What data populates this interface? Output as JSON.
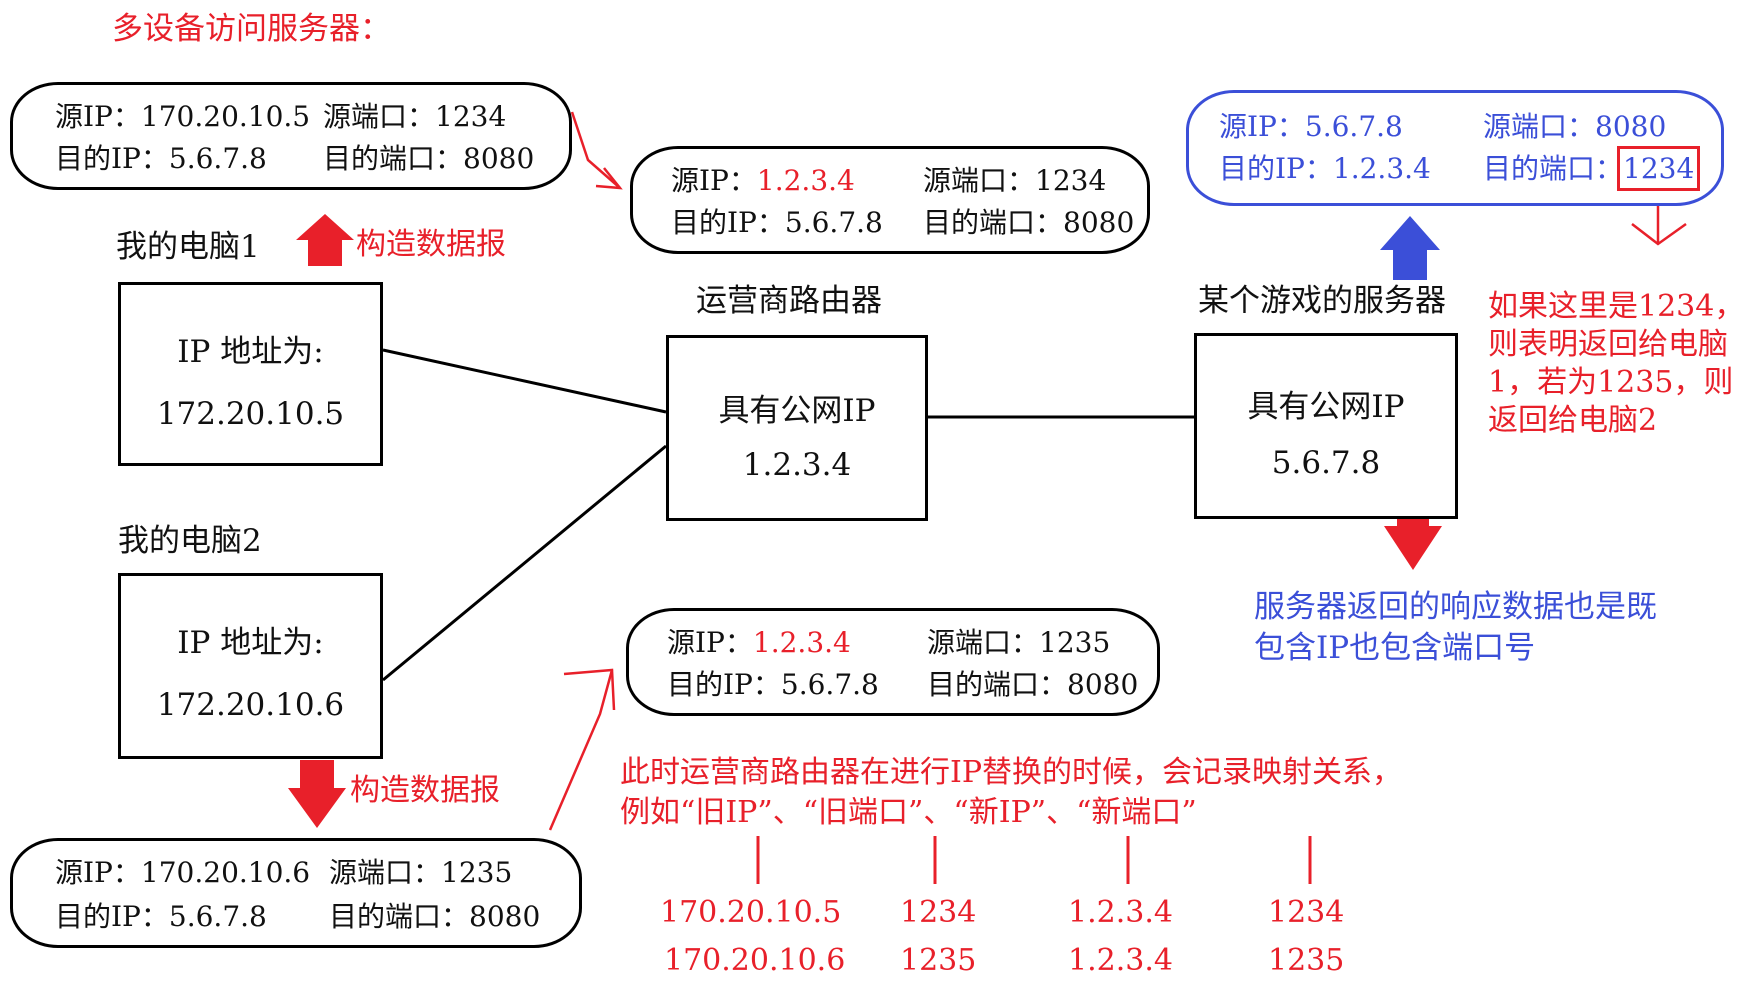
{
  "title": "多设备访问服务器：",
  "colors": {
    "red": "#e8202a",
    "blue": "#3b4fd8",
    "black": "#000000"
  },
  "pc1": {
    "caption": "我的电脑1",
    "ip_label": "IP 地址为:",
    "ip": "172.20.10.5",
    "action": "构造数据报",
    "packet": {
      "src_ip_label": "源IP：",
      "src_ip": "170.20.10.5",
      "src_port_label": "源端口：",
      "src_port": "1234",
      "dst_ip_label": "目的IP：",
      "dst_ip": "5.6.7.8",
      "dst_port_label": "目的端口：",
      "dst_port": "8080"
    }
  },
  "pc2": {
    "caption": "我的电脑2",
    "ip_label": "IP 地址为:",
    "ip": "172.20.10.6",
    "action": "构造数据报",
    "packet": {
      "src_ip_label": "源IP：",
      "src_ip": "170.20.10.6",
      "src_port_label": "源端口：",
      "src_port": "1235",
      "dst_ip_label": "目的IP：",
      "dst_ip": "5.6.7.8",
      "dst_port_label": "目的端口：",
      "dst_port": "8080"
    }
  },
  "router": {
    "caption": "运营商路由器",
    "line1": "具有公网IP",
    "line2": "1.2.3.4",
    "packet1": {
      "src_ip_label": "源IP：",
      "src_ip": "1.2.3.4",
      "src_port_label": "源端口：",
      "src_port": "1234",
      "dst_ip_label": "目的IP：",
      "dst_ip": "5.6.7.8",
      "dst_port_label": "目的端口：",
      "dst_port": "8080"
    },
    "packet2": {
      "src_ip_label": "源IP：",
      "src_ip": "1.2.3.4",
      "src_port_label": "源端口：",
      "src_port": "1235",
      "dst_ip_label": "目的IP：",
      "dst_ip": "5.6.7.8",
      "dst_port_label": "目的端口：",
      "dst_port": "8080"
    }
  },
  "server": {
    "caption": "某个游戏的服务器",
    "line1": "具有公网IP",
    "line2": "5.6.7.8",
    "response": {
      "src_ip_label": "源IP：",
      "src_ip": "5.6.7.8",
      "src_port_label": "源端口：",
      "src_port": "8080",
      "dst_ip_label": "目的IP：",
      "dst_ip": "1.2.3.4",
      "dst_port_label": "目的端口：",
      "dst_port": "1234"
    },
    "note_lines": [
      "如果这里是1234，",
      "则表明返回给电脑",
      "1，若为1235，则",
      "返回给电脑2"
    ],
    "response_note_lines": [
      "服务器返回的响应数据也是既",
      "包含IP也包含端口号"
    ]
  },
  "mapping": {
    "note_lines": [
      "此时运营商路由器在进行IP替换的时候，会记录映射关系，",
      "例如“旧IP”、“旧端口”、“新IP”、“新端口”"
    ],
    "rows": [
      [
        "170.20.10.5",
        "1234",
        "1.2.3.4",
        "1234"
      ],
      [
        "170.20.10.6",
        "1235",
        "1.2.3.4",
        "1235"
      ]
    ]
  }
}
